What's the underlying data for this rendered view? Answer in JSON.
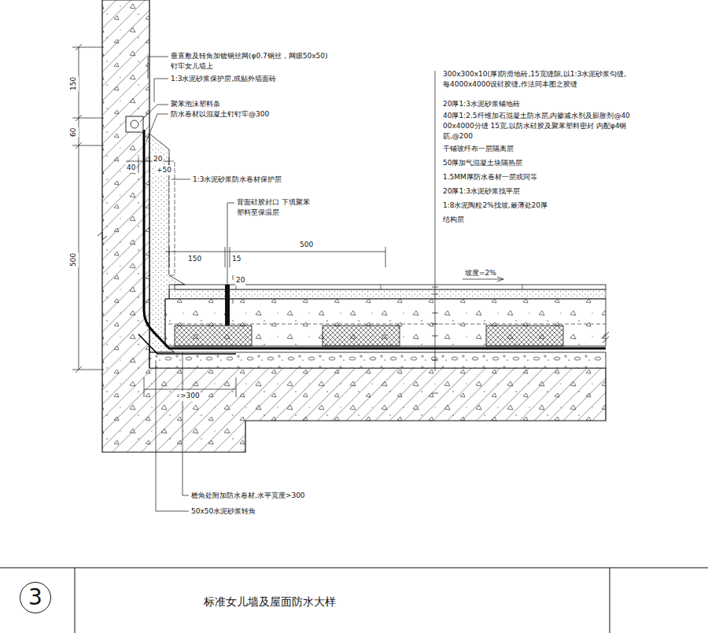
{
  "diagram": {
    "title": "标准女儿墙及屋面防水大样",
    "nodes": [
      {
        "text": [
          "3"
        ]
      }
    ],
    "labels": [
      "垂直敷及转角加镀钢丝网(φ0.7钢丝，网眼50x50) 钉牢女儿墙上",
      "1:3水泥砂浆保护层,或贴外墙面砖",
      "聚苯泡沫塑料条",
      "防水卷材以混凝土钉钉牢@300",
      "1:3水泥砂浆防水卷材保护层",
      "背面硅胶封口 下填聚苯塑料至保温层",
      "檐角处附加防水卷材,水平宽度>300",
      "50x50水泥砂浆转角",
      "300x300x10(厚)防滑地砖,15宽缝隙,以1:3水泥砂浆勾缝,每4000x4000设硅胶缝,作法同本图之胶缝",
      "20厚1:3水泥砂浆铺地砖",
      "40厚1:2.5纤维加石混凝土防水层,内掺减水剂及膨胀剂@4000x4000分缝 15宽,以防水硅胶及聚苯塑料密封 内配φ4钢筋,@200",
      "干铺玻纤布一层隔离层",
      "50厚加气混凝土块隔热层",
      "1.5MM厚防水卷材一层或同等",
      "20厚1:3水泥砂浆找平层",
      "1:8水泥陶粒2%找坡,最薄处20厚",
      "结构层",
      "150",
      "60",
      "500",
      "40",
      "20",
      "+50",
      "150",
      "15",
      "500",
      "20",
      ">300",
      "坡度=2%"
    ]
  }
}
